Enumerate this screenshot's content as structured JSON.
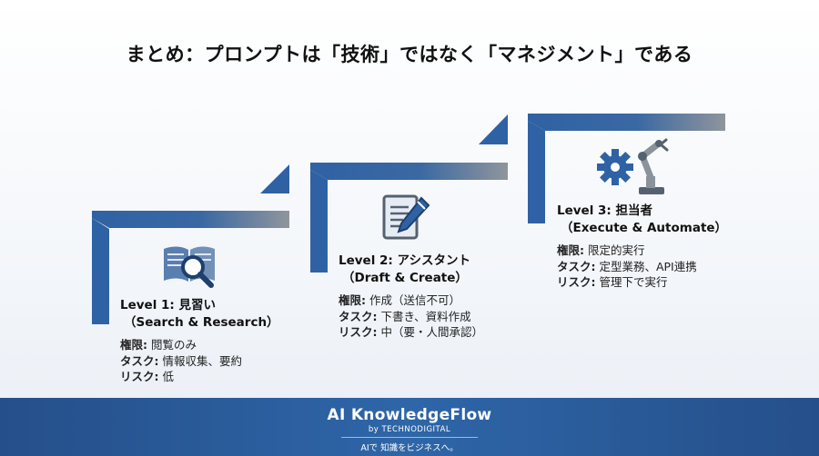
{
  "title": "まとめ：プロンプトは「技術」ではなく「マネジメント」である",
  "levels": [
    {
      "head": "Level 1: 見習い",
      "sub": "（Search & Research）",
      "icon": "book-search-icon",
      "rows": [
        {
          "label": "権限:",
          "value": " 閲覧のみ"
        },
        {
          "label": "タスク:",
          "value": " 情報収集、要約"
        },
        {
          "label": "リスク:",
          "value": " 低"
        }
      ]
    },
    {
      "head": "Level 2: アシスタント",
      "sub": "（Draft & Create）",
      "icon": "document-pen-icon",
      "rows": [
        {
          "label": "権限:",
          "value": "  作成（送信不可）"
        },
        {
          "label": "タスク:",
          "value": " 下書き、資料作成"
        },
        {
          "label": "リスク:",
          "value": " 中（要・人間承認）"
        }
      ]
    },
    {
      "head": "Level 3: 担当者",
      "sub": "（Execute & Automate）",
      "icon": "gear-robot-arm-icon",
      "rows": [
        {
          "label": "権限:",
          "value": " 限定的実行"
        },
        {
          "label": "タスク:",
          "value": " 定型業務、API連携"
        },
        {
          "label": "リスク:",
          "value": " 管理下で実行"
        }
      ]
    }
  ],
  "footer": {
    "brand": "AI KnowledgeFlow",
    "by": "by TECHNODIGITAL",
    "tagline": "AIで 知識をビジネスへ。"
  },
  "colors": {
    "step_blue": "#2f62a4",
    "step_gray": "#8a929c",
    "footer_blue": "#2e66a8"
  }
}
